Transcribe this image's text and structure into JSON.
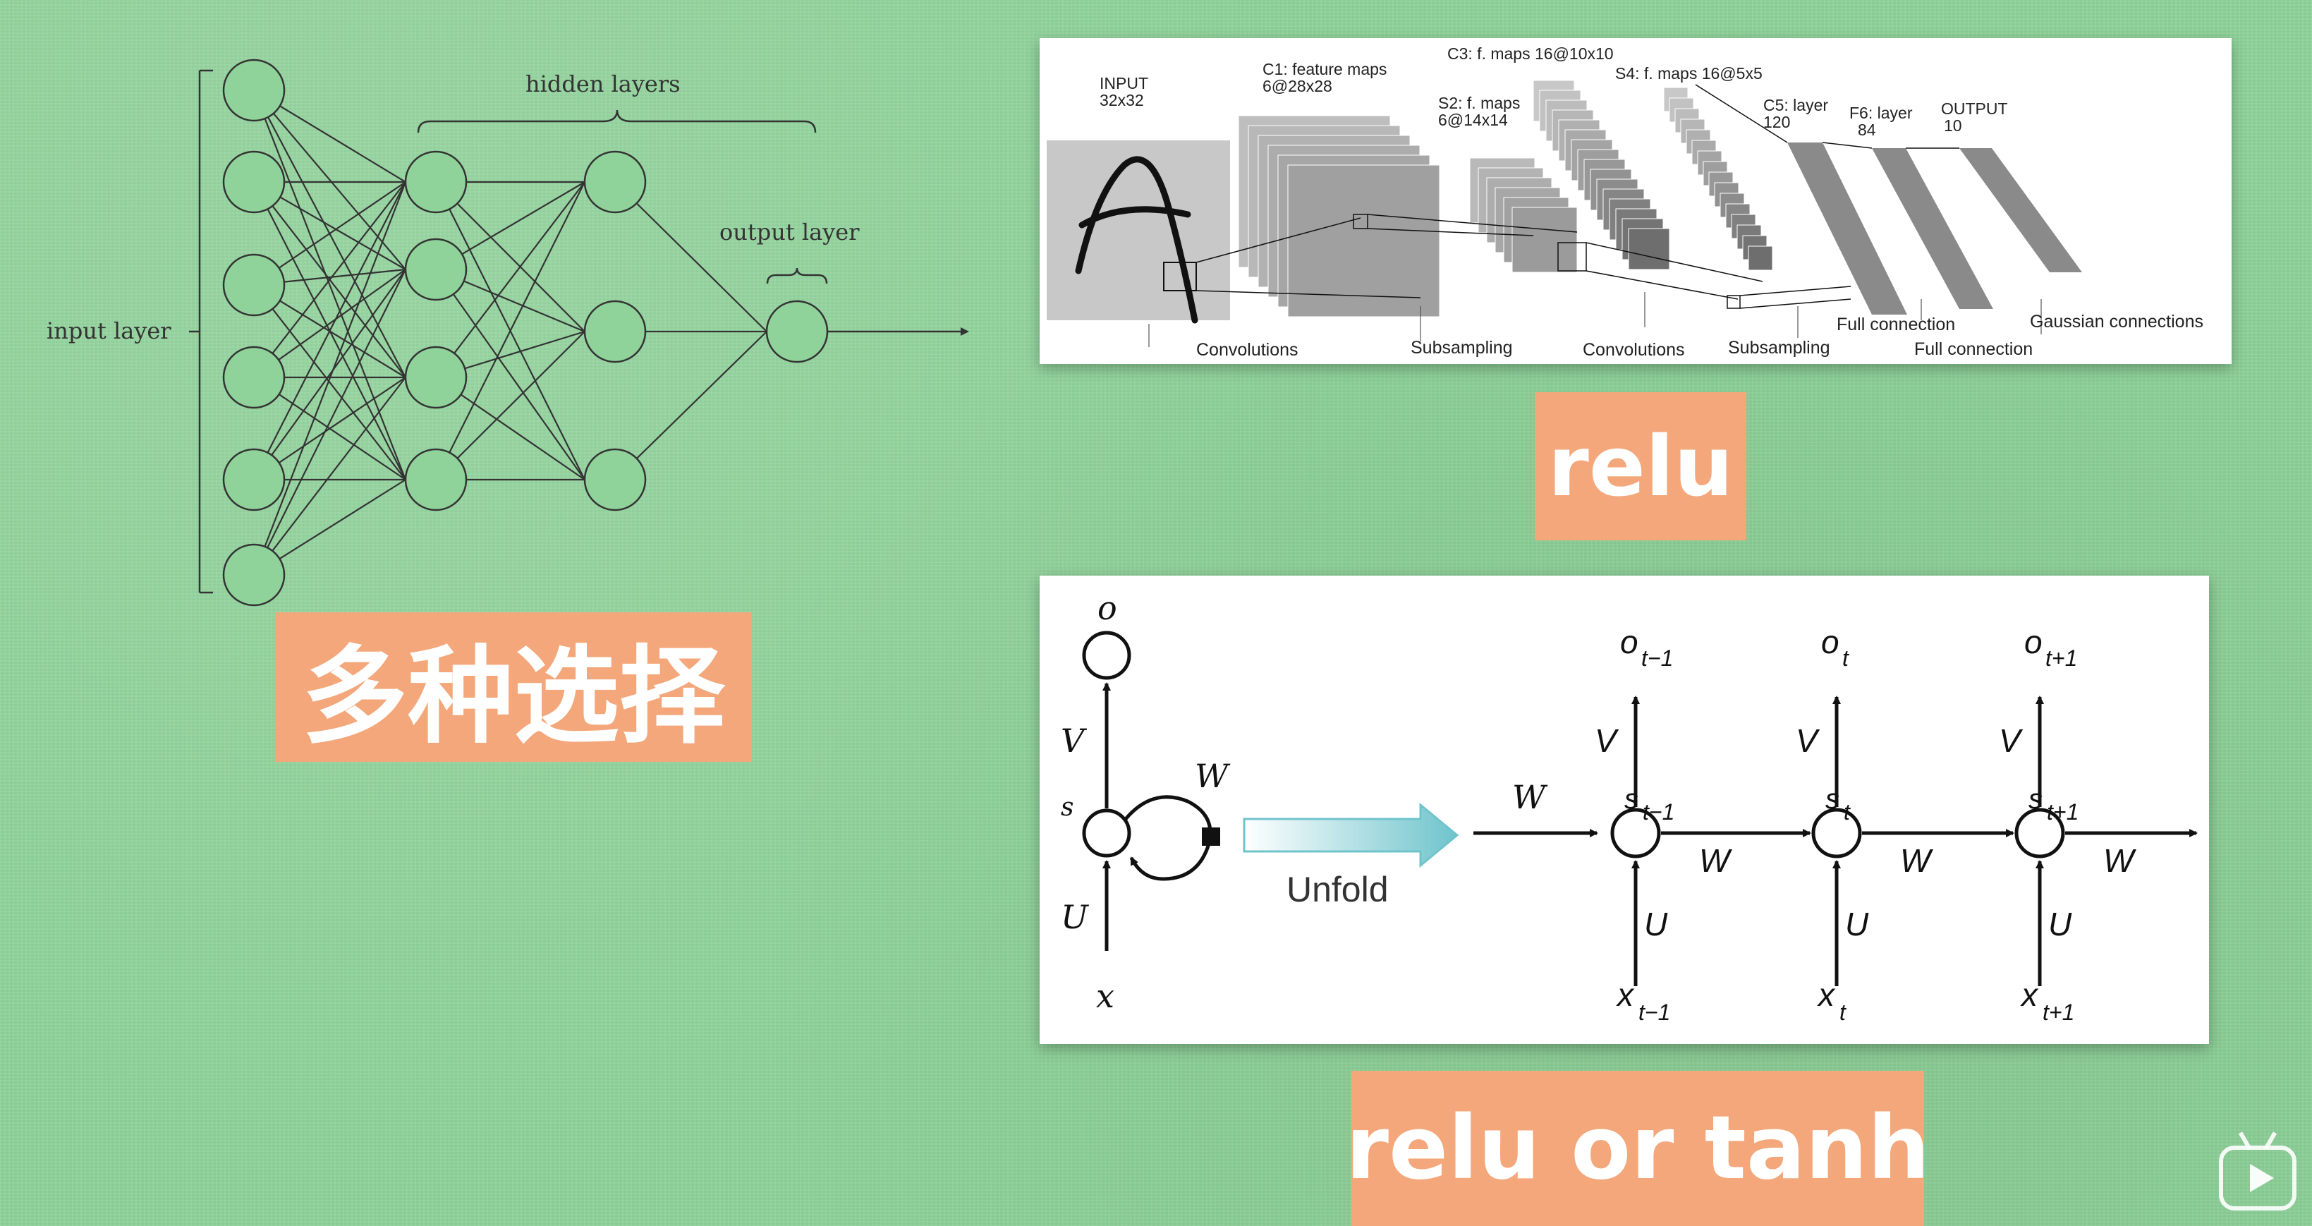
{
  "mlp": {
    "hidden_label": "hidden layers",
    "output_label": "output layer",
    "input_label": "input layer"
  },
  "mlp_caption": "多种选择",
  "cnn": {
    "input_label": "INPUT",
    "input_size": "32x32",
    "c1_label": "C1: feature maps",
    "c1_size": "6@28x28",
    "s2_label": "S2: f. maps",
    "s2_size": "6@14x14",
    "c3_label": "C3: f. maps 16@10x10",
    "s4_label": "S4: f. maps 16@5x5",
    "c5_label": "C5: layer",
    "c5_size": "120",
    "f6_label": "F6: layer",
    "f6_size": "84",
    "output_label": "OUTPUT",
    "output_size": "10",
    "op_convolutions_1": "Convolutions",
    "op_subsampling_1": "Subsampling",
    "op_convolutions_2": "Convolutions",
    "op_subsampling_2": "Subsampling",
    "op_full_1": "Full connection",
    "op_full_2": "Full connection",
    "op_gaussian": "Gaussian connections"
  },
  "cnn_caption": "relu",
  "rnn": {
    "o": "o",
    "s": "s",
    "x": "x",
    "V": "V",
    "U": "U",
    "W": "W",
    "unfold": "Unfold",
    "t_minus": "t−1",
    "t": "t",
    "t_plus": "t+1"
  },
  "rnn_caption": "relu or tanh",
  "colors": {
    "background": "#8fd39a",
    "label_orange": "#f3a77a",
    "unfold_arrow": "#6fc4cc"
  },
  "icons": [
    "play-icon"
  ]
}
